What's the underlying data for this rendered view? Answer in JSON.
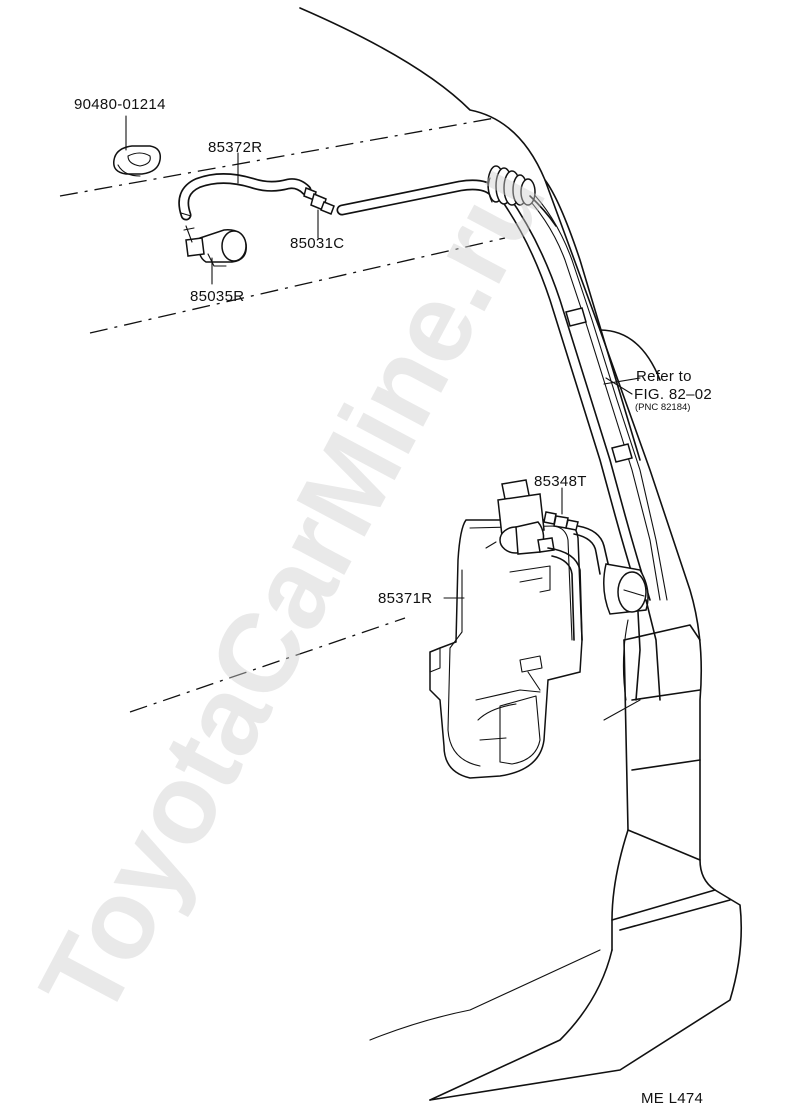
{
  "diagram": {
    "parts": [
      {
        "part_no": "90480-01214"
      },
      {
        "part_no": "85372R"
      },
      {
        "part_no": "85031C"
      },
      {
        "part_no": "85035R"
      },
      {
        "part_no": "85348T"
      },
      {
        "part_no": "85371R"
      }
    ],
    "reference": {
      "line1": "Refer to",
      "line2": "FIG. 82–02",
      "pnc": "(PNC 82184)"
    },
    "drawing_code": "ME L474",
    "watermark": "ToyotaCarMine.ru"
  }
}
